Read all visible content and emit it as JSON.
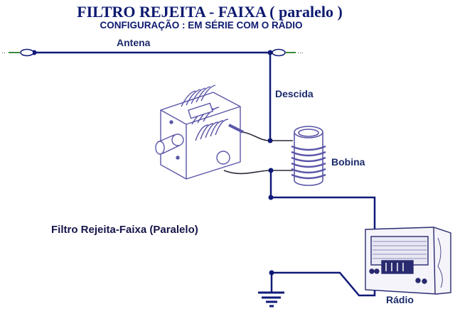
{
  "title": "FILTRO REJEITA - FAIXA  ( paralelo )",
  "subtitle": "CONFIGURAÇÃO : EM SÉRIE COM O RÁDIO",
  "labels": {
    "antenna": "Antena",
    "downlead": "Descida",
    "coil": "Bobina",
    "filter": "Filtro Rejeita-Faixa (Paralelo)",
    "radio": "Rádio"
  },
  "colors": {
    "wire": "#101a78",
    "text": "#1b2a6b",
    "insulator_lead": "#3c8a3c",
    "drawing": "#5a56a8"
  }
}
